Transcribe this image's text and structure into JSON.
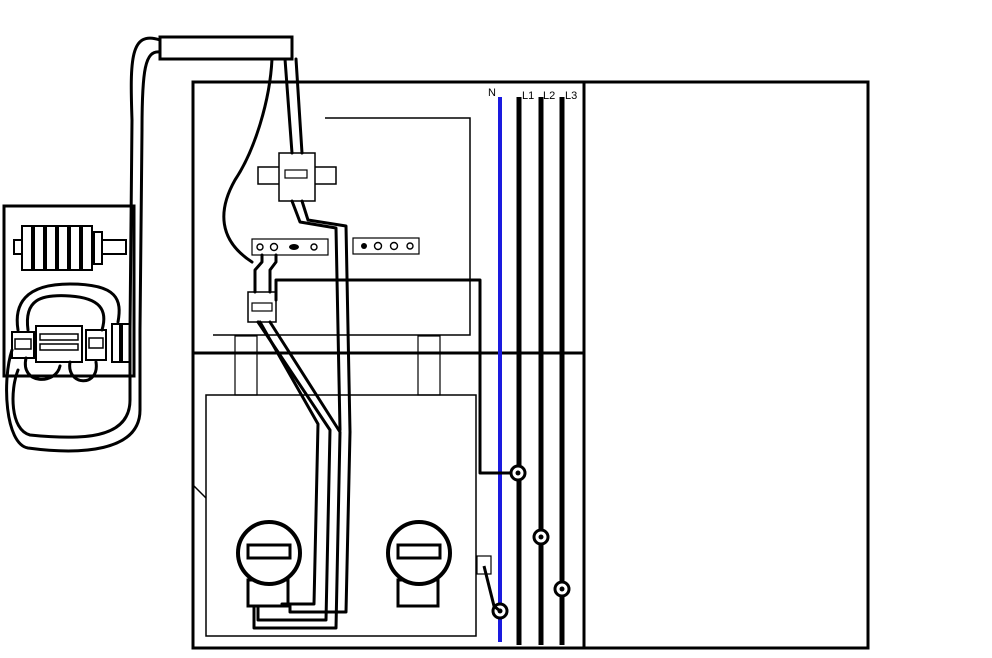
{
  "busbars": [
    {
      "label": "N",
      "color": "#1a1adf"
    },
    {
      "label": "L1",
      "color": "#000000"
    },
    {
      "label": "L2",
      "color": "#000000"
    },
    {
      "label": "L3",
      "color": "#000000"
    }
  ],
  "colors": {
    "line": "#000000",
    "neutral": "#1a1adf",
    "background": "#ffffff"
  },
  "components": [
    "distribution-cabinet",
    "terminal-block",
    "meter-left",
    "meter-right",
    "fuse-box",
    "cable-duct",
    "connection-terminals"
  ]
}
